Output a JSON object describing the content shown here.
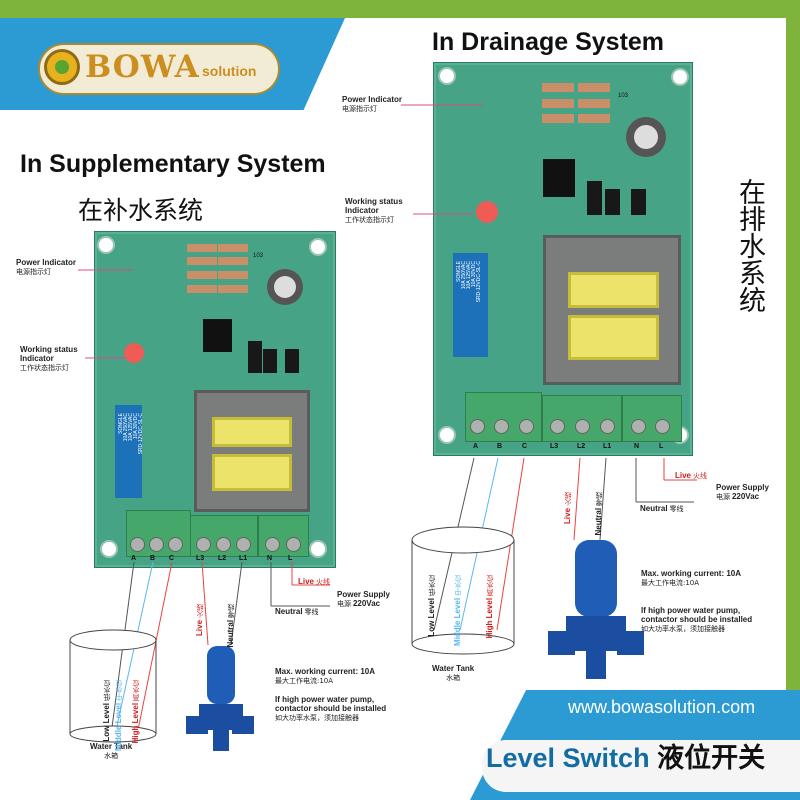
{
  "brand": {
    "name": "BOWA",
    "tagline": "solution",
    "website": "www.bowasolution.com"
  },
  "product_title": {
    "en": "Level Switch",
    "cn": "液位开关"
  },
  "supplementary": {
    "title_en": "In Supplementary System",
    "title_cn": "在补水系统",
    "board_code": "103",
    "terminals": [
      "A",
      "B",
      "C",
      "L3",
      "L2",
      "L1",
      "N",
      "L"
    ],
    "annotations": {
      "power_indicator_en": "Power Indicator",
      "power_indicator_cn": "电源指示灯",
      "working_status_en": "Working status Indicator",
      "working_status_cn": "工作状态指示灯",
      "live_en": "Live",
      "live_cn": "火线",
      "neutral_en": "Neutral",
      "neutral_cn": "零线",
      "power_supply_en": "Power Supply",
      "power_supply_cn": "电源",
      "power_supply_value": "220Vac",
      "max_current_en": "Max. working current: 10A",
      "max_current_cn": "最大工作电流:10A",
      "contactor_en": "If high power water pump, contactor should be installed",
      "contactor_cn": "如大功率水泵，须加接触器",
      "water_tank_en": "Water Tank",
      "water_tank_cn": "水箱",
      "low_level_en": "Low Level",
      "low_level_cn": "低水位",
      "middle_level_en": "Middle Level",
      "middle_level_cn": "中水位",
      "high_level_en": "High Level",
      "high_level_cn": "高水位"
    },
    "relay_text": [
      "SONGLE",
      "10A 250VAC",
      "10A 125VAC",
      "10A 30VDC",
      "SRD-12VDC-SL-C"
    ]
  },
  "drainage": {
    "title_en": "In Drainage System",
    "title_cn": "在排水系统",
    "board_code": "103",
    "terminals": [
      "A",
      "B",
      "C",
      "L3",
      "L2",
      "L1",
      "N",
      "L"
    ],
    "annotations": {
      "power_indicator_en": "Power Indicator",
      "power_indicator_cn": "电源指示灯",
      "working_status_en": "Working status Indicator",
      "working_status_cn": "工作状态指示灯",
      "live_en": "Live",
      "live_cn": "火线",
      "neutral_en": "Neutral",
      "neutral_cn": "零线",
      "power_supply_en": "Power Supply",
      "power_supply_cn": "电源",
      "power_supply_value": "220Vac",
      "max_current_en": "Max. working current: 10A",
      "max_current_cn": "最大工作电流:10A",
      "contactor_en": "If high power water pump, contactor should be installed",
      "contactor_cn": "如大功率水泵，须加接触器",
      "water_tank_en": "Water Tank",
      "water_tank_cn": "水箱",
      "low_level_en": "Low Level",
      "low_level_cn": "低水位",
      "middle_level_en": "Middle Level",
      "middle_level_cn": "中水位",
      "high_level_en": "High Level",
      "high_level_cn": "高水位"
    },
    "relay_text": [
      "SONGLE",
      "10A 250VAC",
      "10A 125VAC",
      "10A 30VDC",
      "SRD-12VDC-SL-C"
    ]
  },
  "colors": {
    "frame_green": "#7fb43c",
    "banner_blue": "#2c9bd4",
    "board_green": "#47a386",
    "relay_blue": "#1d71b8",
    "coil_yellow": "#ece46a",
    "live_red": "#e53935"
  }
}
